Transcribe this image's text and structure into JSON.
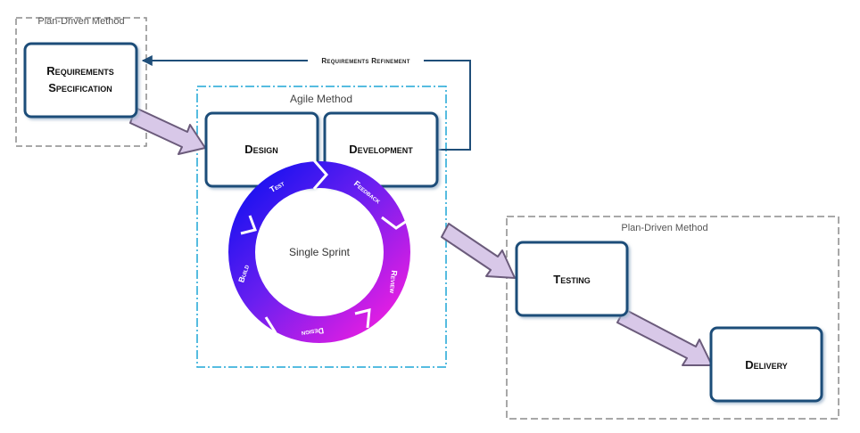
{
  "regions": {
    "plan_top": "Plan-Driven Method",
    "agile": "Agile Method",
    "plan_bottom": "Plan-Driven Method"
  },
  "boxes": {
    "requirements_line1": "Requirements",
    "requirements_line2": "Specification",
    "design": "Design",
    "development": "Development",
    "testing": "Testing",
    "delivery": "Delivery"
  },
  "feedback_label": "Requirements Refinement",
  "sprint": {
    "center": "Single Sprint",
    "phases": [
      "Feedback",
      "Review",
      "Design",
      "Build",
      "Test"
    ]
  },
  "colors": {
    "box_border": "#1f4e79",
    "dashed_gray": "#8c8c8c",
    "dashed_cyan": "#1fa6d6",
    "ring_blue": "#1818e8",
    "ring_magenta": "#f01ce0",
    "arrow_fill": "#d8c8e8",
    "arrow_stroke": "#6b5b7b"
  }
}
